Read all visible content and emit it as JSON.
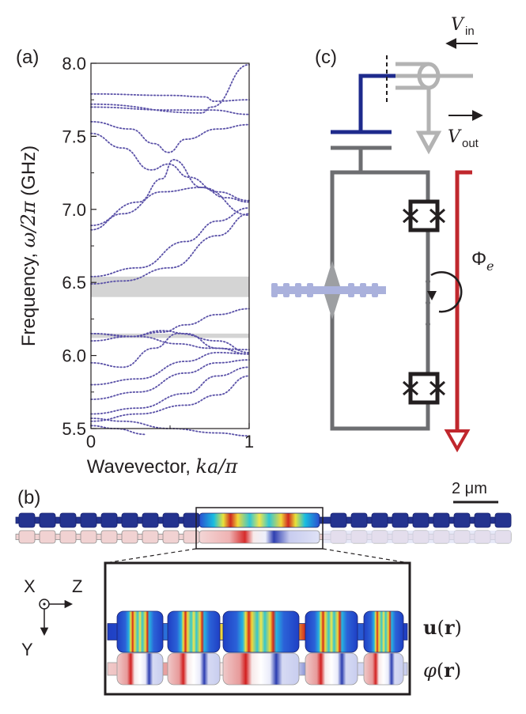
{
  "panels": {
    "a": "(a)",
    "b": "(b)",
    "c": "(c)"
  },
  "chart_data": {
    "type": "line",
    "xlabel": "Wavevector, ka/π",
    "ylabel": "Frequency, ω/2π (GHz)",
    "xlim": [
      0,
      1
    ],
    "ylim": [
      5.5,
      8.0
    ],
    "x_ticks": [
      "0",
      "1"
    ],
    "y_ticks": [
      "5.5",
      "6.0",
      "6.5",
      "7.0",
      "7.5",
      "8.0"
    ],
    "band_gaps": [
      {
        "from": 6.4,
        "to": 6.54
      },
      {
        "from": 6.12,
        "to": 6.15
      }
    ],
    "bands": [
      {
        "x": [
          0,
          0.7,
          0.76,
          1.0
        ],
        "y": [
          7.72,
          7.66,
          7.7,
          7.99
        ]
      },
      {
        "x": [
          0,
          0.5,
          0.72,
          0.78,
          1.0
        ],
        "y": [
          7.79,
          7.78,
          7.77,
          7.74,
          7.75
        ]
      },
      {
        "x": [
          0,
          0.5,
          0.76,
          1.0
        ],
        "y": [
          7.7,
          7.68,
          7.68,
          7.65
        ]
      },
      {
        "x": [
          0,
          0.25,
          0.4,
          0.49,
          0.6,
          0.8,
          1.0
        ],
        "y": [
          7.6,
          7.55,
          7.45,
          7.39,
          7.48,
          7.55,
          7.58
        ]
      },
      {
        "x": [
          0,
          0.2,
          0.38,
          0.49,
          0.62,
          0.8,
          1.0
        ],
        "y": [
          7.52,
          7.42,
          7.27,
          7.31,
          7.22,
          7.12,
          7.06
        ]
      },
      {
        "x": [
          0,
          0.3,
          0.45,
          0.52,
          0.7,
          1.0
        ],
        "y": [
          6.89,
          7.05,
          7.21,
          7.34,
          7.15,
          6.96
        ]
      },
      {
        "x": [
          0,
          0.2,
          0.45,
          0.7,
          0.85,
          1.0
        ],
        "y": [
          6.86,
          6.97,
          7.12,
          7.15,
          7.08,
          7.05
        ]
      },
      {
        "x": [
          0,
          0.3,
          0.6,
          0.8,
          1.0
        ],
        "y": [
          6.54,
          6.6,
          6.78,
          6.92,
          7.01
        ]
      },
      {
        "x": [
          0,
          0.2,
          0.5,
          0.8,
          1.0
        ],
        "y": [
          6.49,
          6.51,
          6.6,
          6.82,
          6.97
        ]
      },
      {
        "x": [
          0,
          0.25,
          0.45,
          0.6,
          0.8,
          1.0
        ],
        "y": [
          6.15,
          6.13,
          6.16,
          6.21,
          6.28,
          6.32
        ]
      },
      {
        "x": [
          0,
          0.3,
          0.55,
          0.75,
          1.0
        ],
        "y": [
          6.15,
          6.13,
          6.08,
          6.05,
          6.04
        ]
      },
      {
        "x": [
          0,
          0.25,
          0.45,
          0.6,
          0.8,
          1.0
        ],
        "y": [
          6.1,
          6.13,
          6.17,
          6.15,
          6.05,
          6.01
        ]
      },
      {
        "x": [
          0,
          0.2,
          0.4,
          0.55,
          0.8,
          1.0
        ],
        "y": [
          5.95,
          5.92,
          6.05,
          6.15,
          6.1,
          6.02
        ]
      },
      {
        "x": [
          0,
          0.3,
          0.6,
          0.8,
          1.0
        ],
        "y": [
          5.8,
          5.84,
          5.96,
          6.02,
          6.01
        ]
      },
      {
        "x": [
          0,
          0.3,
          0.6,
          0.8,
          1.0
        ],
        "y": [
          5.7,
          5.75,
          5.88,
          5.95,
          5.97
        ]
      },
      {
        "x": [
          0,
          0.3,
          0.6,
          0.8,
          1.0
        ],
        "y": [
          5.6,
          5.64,
          5.74,
          5.86,
          5.92
        ]
      },
      {
        "x": [
          0,
          0.3,
          0.6,
          0.8,
          1.0
        ],
        "y": [
          5.55,
          5.6,
          5.66,
          5.73,
          5.86
        ]
      },
      {
        "x": [
          0,
          0.2,
          0.5,
          0.8,
          1.0
        ],
        "y": [
          5.57,
          5.55,
          5.5,
          5.47,
          5.45
        ]
      },
      {
        "x": [
          0,
          0.15,
          0.35
        ],
        "y": [
          5.52,
          5.5,
          5.46
        ]
      }
    ],
    "band_color": "#5b52a8",
    "gap_color": "#d4d4d4"
  },
  "panel_b": {
    "scale_bar": "2 μm",
    "axes": {
      "x": "X",
      "z": "Z",
      "y": "Y"
    },
    "field_u": "u(r)",
    "field_phi": "φ(r)"
  },
  "panel_c": {
    "v_in": "V",
    "v_in_sub": "in",
    "v_out": "V",
    "v_out_sub": "out",
    "flux": "Φ",
    "flux_sub": "e",
    "colors": {
      "feed": "#1e2a8c",
      "coax": "#b3b3b3",
      "circuit": "#6d6e71",
      "flux_line": "#c0272d",
      "junction": "#231f20"
    }
  }
}
